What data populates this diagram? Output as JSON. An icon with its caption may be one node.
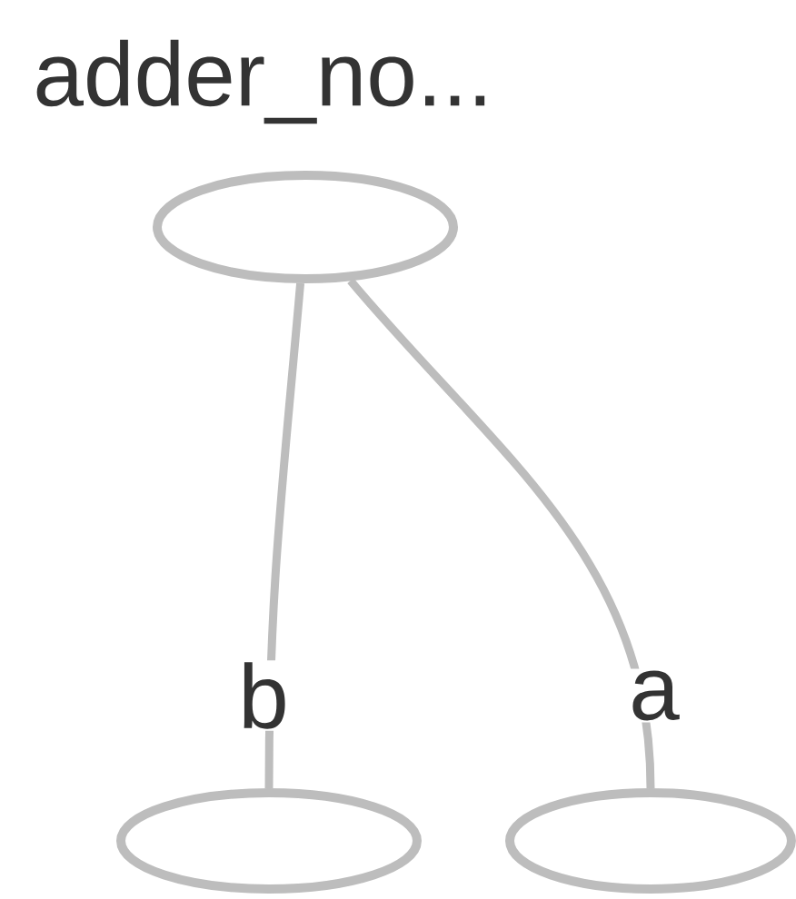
{
  "diagram": {
    "title": "adder_no...",
    "nodes": [
      {
        "text": [],
        "shape": "ellipse"
      },
      {
        "text": [],
        "shape": "ellipse"
      },
      {
        "text": [],
        "shape": "ellipse"
      }
    ],
    "edges": [
      {
        "from": 0,
        "to": 1,
        "arrow": "none",
        "label": "b"
      },
      {
        "from": 0,
        "to": 2,
        "arrow": "none",
        "label": "a"
      }
    ]
  }
}
